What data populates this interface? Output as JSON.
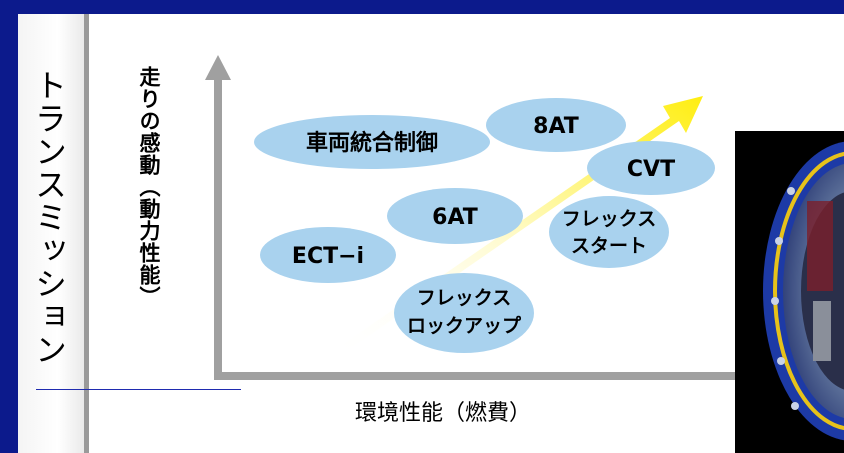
{
  "title": "トランスミッション",
  "y_axis_label": "走りの感動（動力性能）",
  "x_axis_label": "環境性能（燃費）",
  "bubbles": [
    {
      "id": "ect-i",
      "lines": [
        "ECT−i"
      ]
    },
    {
      "id": "6at",
      "lines": [
        "6AT"
      ]
    },
    {
      "id": "vehicle-integrated-control",
      "lines": [
        "車両統合制御"
      ]
    },
    {
      "id": "8at",
      "lines": [
        "8AT"
      ]
    },
    {
      "id": "cvt",
      "lines": [
        "CVT"
      ]
    },
    {
      "id": "flex-start",
      "lines": [
        "フレックス",
        "スタート"
      ]
    },
    {
      "id": "flex-lockup",
      "lines": [
        "フレックス",
        "ロックアップ"
      ]
    }
  ],
  "colors": {
    "frame": "#0c1a8c",
    "bubble_fill": "#a9d2ee",
    "axis": "#a0a0a0",
    "arrow_start": "#fffde6",
    "arrow_end": "#ffef1a"
  },
  "icons": {
    "photo": "transmission-photo"
  }
}
